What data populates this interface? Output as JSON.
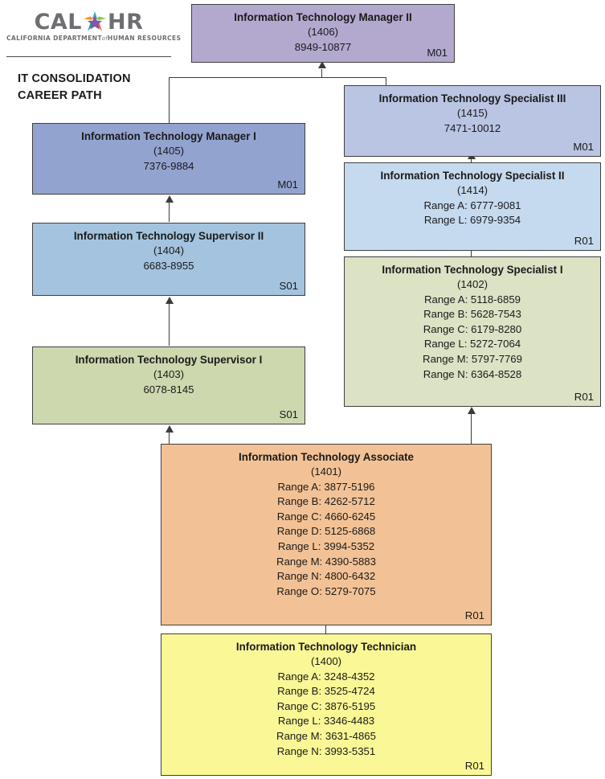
{
  "brand": {
    "logo_part1": "CAL",
    "logo_star_icon": "star-icon",
    "logo_part2": "HR",
    "logo_sub_pre": "CALIFORNIA DEPARTMENT",
    "logo_sub_of": "of",
    "logo_sub_post": "HUMAN RESOURCES"
  },
  "page_title_line1": "IT CONSOLIDATION",
  "page_title_line2": "CAREER PATH",
  "colors": {
    "manager2": "#b3a8ce",
    "manager1": "#93a3d0",
    "specialist3": "#bac4e3",
    "specialist2": "#c5daef",
    "specialist1": "#dce2c4",
    "supervisor2": "#a3c3df",
    "supervisor1": "#cdd8ae",
    "associate": "#f2c296",
    "technician": "#faf896",
    "border": "#3f3f3f",
    "connector": "#3a3a3a"
  },
  "nodes": {
    "manager2": {
      "title": "Information Technology Manager II",
      "code": "(1406)",
      "ranges": [
        "8949-10877"
      ],
      "tag": "M01"
    },
    "specialist3": {
      "title": "Information Technology Specialist III",
      "code": "(1415)",
      "ranges": [
        "7471-10012"
      ],
      "tag": "M01"
    },
    "specialist2": {
      "title": "Information Technology Specialist II",
      "code": "(1414)",
      "ranges": [
        "Range A: 6777-9081",
        "Range L: 6979-9354"
      ],
      "tag": "R01"
    },
    "specialist1": {
      "title": "Information Technology Specialist I",
      "code": "(1402)",
      "ranges": [
        "Range A: 5118-6859",
        "Range B: 5628-7543",
        "Range C: 6179-8280",
        "Range L: 5272-7064",
        "Range M: 5797-7769",
        "Range N: 6364-8528"
      ],
      "tag": "R01"
    },
    "manager1": {
      "title": "Information Technology Manager I",
      "code": "(1405)",
      "ranges": [
        "7376-9884"
      ],
      "tag": "M01"
    },
    "supervisor2": {
      "title": "Information Technology Supervisor II",
      "code": "(1404)",
      "ranges": [
        "6683-8955"
      ],
      "tag": "S01"
    },
    "supervisor1": {
      "title": "Information Technology Supervisor I",
      "code": "(1403)",
      "ranges": [
        "6078-8145"
      ],
      "tag": "S01"
    },
    "associate": {
      "title": "Information Technology Associate",
      "code": "(1401)",
      "ranges": [
        "Range A: 3877-5196",
        "Range B: 4262-5712",
        "Range C: 4660-6245",
        "Range D: 5125-6868",
        "Range L: 3994-5352",
        "Range M: 4390-5883",
        "Range N: 4800-6432",
        "Range O: 5279-7075"
      ],
      "tag": "R01"
    },
    "technician": {
      "title": "Information Technology Technician",
      "code": "(1400)",
      "ranges": [
        "Range A: 3248-4352",
        "Range B: 3525-4724",
        "Range C: 3876-5195",
        "Range L: 3346-4483",
        "Range M: 3631-4865",
        "Range N: 3993-5351"
      ],
      "tag": "R01"
    }
  }
}
